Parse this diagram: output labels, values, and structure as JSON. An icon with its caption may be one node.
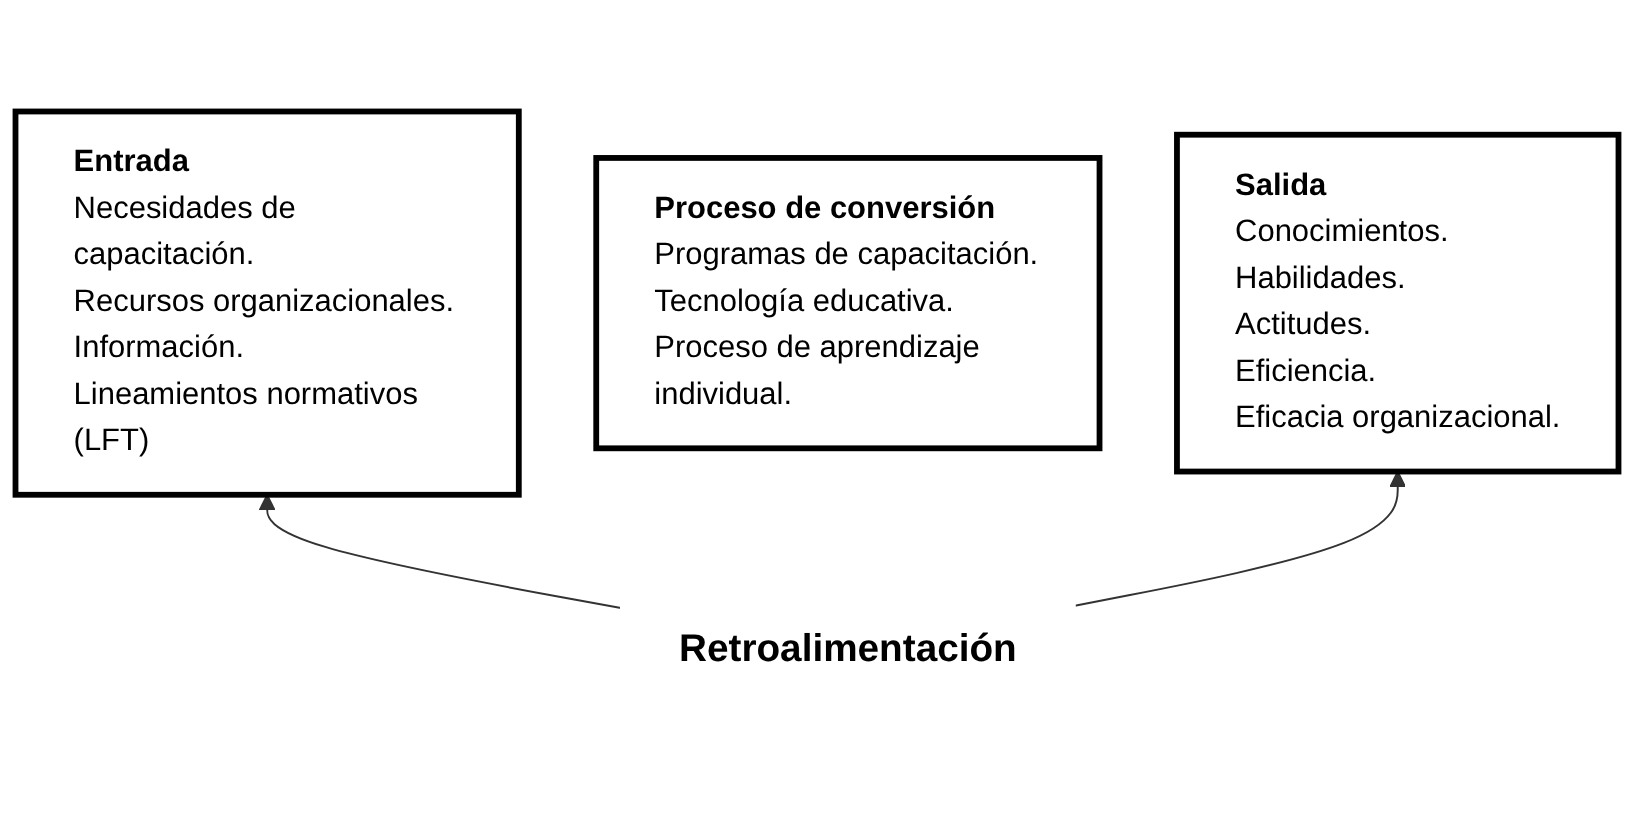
{
  "diagram": {
    "nodes": [
      {
        "text": [
          "Entrada",
          "Necesidades de capacitación.",
          "Recursos organizacionales.",
          "Información.",
          "Lineamientos normativos (LFT)"
        ]
      },
      {
        "text": [
          "Proceso de conversión",
          "Programas de capacitación.",
          "Tecnología educativa.",
          "Proceso de aprendizaje individual."
        ]
      },
      {
        "text": [
          "Salida",
          "Conocimientos.",
          "Habilidades.",
          "Actitudes.",
          "Eficiencia.",
          "Eficacia organizacional."
        ]
      },
      {
        "text": [
          "Retroalimentación"
        ]
      }
    ],
    "edges": [
      {
        "from": 3,
        "to": 0,
        "arrow": "to"
      },
      {
        "from": 3,
        "to": 2,
        "arrow": "to"
      }
    ]
  }
}
